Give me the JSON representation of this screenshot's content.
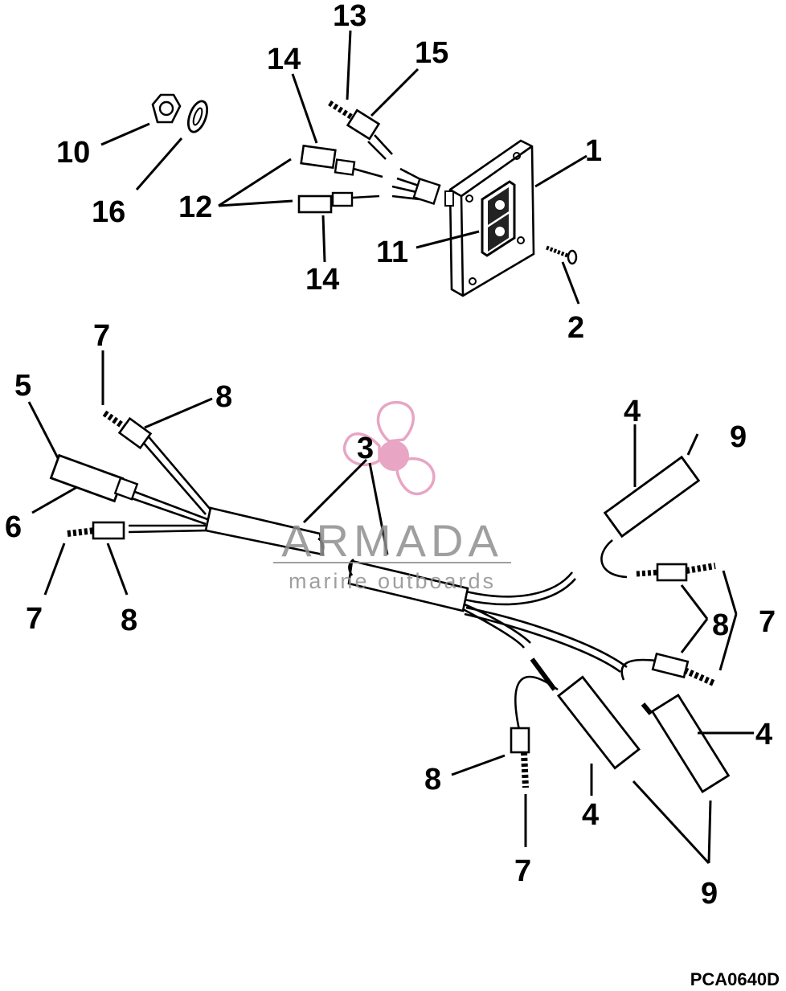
{
  "callouts": [
    {
      "id": "c1",
      "text": "1"
    },
    {
      "id": "c2",
      "text": "2"
    },
    {
      "id": "c3",
      "text": "3"
    },
    {
      "id": "c4a",
      "text": "4"
    },
    {
      "id": "c4b",
      "text": "4"
    },
    {
      "id": "c4c",
      "text": "4"
    },
    {
      "id": "c5",
      "text": "5"
    },
    {
      "id": "c6",
      "text": "6"
    },
    {
      "id": "c7a",
      "text": "7"
    },
    {
      "id": "c7b",
      "text": "7"
    },
    {
      "id": "c7c",
      "text": "7"
    },
    {
      "id": "c7d",
      "text": "7"
    },
    {
      "id": "c8a",
      "text": "8"
    },
    {
      "id": "c8b",
      "text": "8"
    },
    {
      "id": "c8c",
      "text": "8"
    },
    {
      "id": "c8d",
      "text": "8"
    },
    {
      "id": "c9a",
      "text": "9"
    },
    {
      "id": "c9b",
      "text": "9"
    },
    {
      "id": "c10",
      "text": "10"
    },
    {
      "id": "c11",
      "text": "11"
    },
    {
      "id": "c12",
      "text": "12"
    },
    {
      "id": "c13",
      "text": "13"
    },
    {
      "id": "c14a",
      "text": "14"
    },
    {
      "id": "c14b",
      "text": "14"
    },
    {
      "id": "c15",
      "text": "15"
    },
    {
      "id": "c16",
      "text": "16"
    }
  ],
  "watermark": {
    "name": "ARMADA",
    "tagline": "marine outboards",
    "logo_color": "#e8a5c4",
    "text_color": "#8f8f8f"
  },
  "drawing_code": "PCA0640D"
}
